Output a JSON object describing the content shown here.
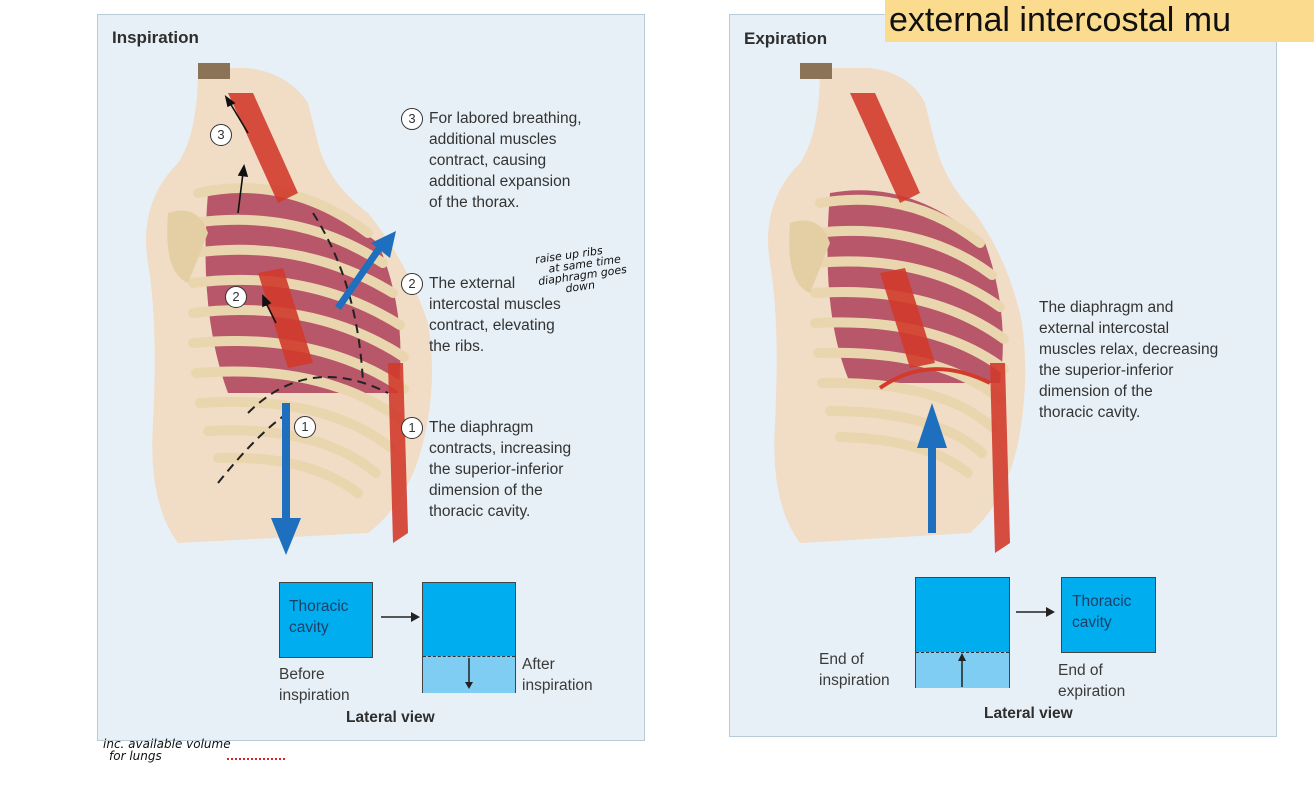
{
  "header": {
    "highlight_text": "external intercostal mu"
  },
  "inspiration": {
    "title": "Inspiration",
    "step3": {
      "number": "3",
      "lines": [
        "For labored breathing,",
        "additional muscles",
        "contract, causing",
        "additional expansion",
        "of the thorax."
      ]
    },
    "step2": {
      "number": "2",
      "lines": [
        "The external",
        "intercostal muscles",
        "contract, elevating",
        "the ribs."
      ]
    },
    "step1": {
      "number": "1",
      "lines": [
        "The diaphragm",
        "contracts, increasing",
        "the superior-inferior",
        "dimension of the",
        "thoracic cavity."
      ]
    },
    "box_before": {
      "label_inside": [
        "Thoracic",
        "cavity"
      ],
      "caption": [
        "Before",
        "inspiration"
      ]
    },
    "box_after": {
      "caption": [
        "After",
        "inspiration"
      ]
    },
    "lateral": "Lateral view"
  },
  "expiration": {
    "title": "Expiration",
    "text_lines": [
      "The diaphragm and",
      "external intercostal",
      "muscles relax, decreasing",
      "the superior-inferior",
      "dimension of the",
      "thoracic cavity."
    ],
    "box_end_insp": {
      "caption": [
        "End of",
        "inspiration"
      ]
    },
    "box_end_exp": {
      "label_inside": [
        "Thoracic",
        "cavity"
      ],
      "caption": [
        "End of",
        "expiration"
      ]
    },
    "lateral": "Lateral view"
  },
  "annotations": {
    "ribs_note": [
      "raise up ribs",
      "at same time",
      "diaphragm goes",
      "down"
    ],
    "bottom_note": [
      "inc. available volume",
      "for lungs"
    ]
  },
  "colors": {
    "cavity_blue": "#00aeef",
    "cavity_light": "#7fcdf2",
    "arrow_blue": "#1f6fbf",
    "muscle_red": "#d23b2c",
    "rib_tan": "#ead6ae",
    "panel_bg": "#e7f0f6"
  }
}
